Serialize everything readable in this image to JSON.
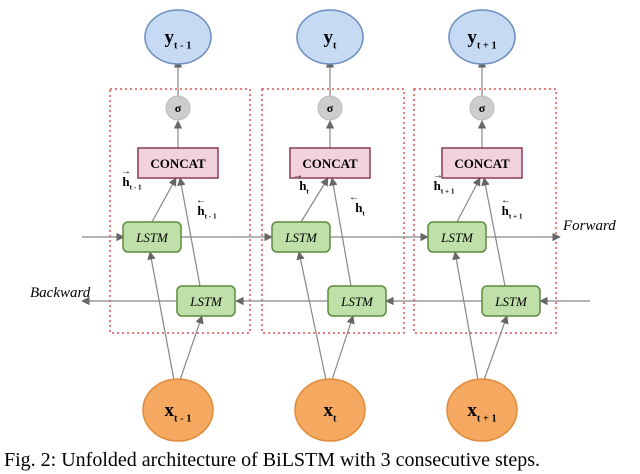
{
  "labels": {
    "forward": "Forward",
    "backward": "Backward",
    "lstm": "LSTM",
    "concat": "CONCAT",
    "sigma": "σ",
    "arrow_right": "→",
    "arrow_left": "←"
  },
  "steps": [
    {
      "y_main": "y",
      "y_sub": "t - 1",
      "x_main": "x",
      "x_sub": "t - 1",
      "hf_main": "h",
      "hf_sub": "t - 1",
      "hb_main": "h",
      "hb_sub": "t - 1"
    },
    {
      "y_main": "y",
      "y_sub": "t",
      "x_main": "x",
      "x_sub": "t",
      "hf_main": "h",
      "hf_sub": "t",
      "hb_main": "h",
      "hb_sub": "t"
    },
    {
      "y_main": "y",
      "y_sub": "t + 1",
      "x_main": "x",
      "x_sub": "t + 1",
      "hf_main": "h",
      "hf_sub": "t + 1",
      "hb_main": "h",
      "hb_sub": "t + 1"
    }
  ],
  "caption": "Fig. 2: Unfolded architecture of BiLSTM with 3 consecutive steps.",
  "colors": {
    "output_node": "#c7daf4",
    "output_stroke": "#6c8ebf",
    "input_node": "#f4a860",
    "input_stroke": "#e08b3a",
    "lstm_fill": "#bfe0a9",
    "lstm_stroke": "#5a8a3c",
    "concat_fill": "#f3d2df",
    "concat_stroke": "#8c3a55",
    "sigma_fill": "#cccccc",
    "frame": "#e05050",
    "arrow": "#777777"
  }
}
